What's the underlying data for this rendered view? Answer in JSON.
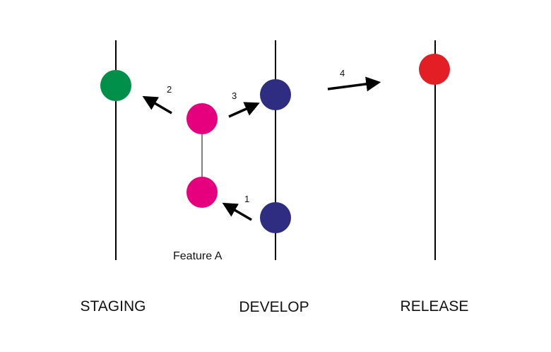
{
  "colors": {
    "staging_commit": "#00904a",
    "feature_commit": "#e6007e",
    "develop_commit": "#2e2d82",
    "release_commit": "#e31e24",
    "line": "#000000",
    "background": "#ffffff"
  },
  "branches": {
    "staging": "STAGING",
    "develop": "DEVELOP",
    "release": "RELEASE"
  },
  "feature_label": "Feature A",
  "steps": {
    "one": "1",
    "two": "2",
    "three": "3",
    "four": "4"
  }
}
